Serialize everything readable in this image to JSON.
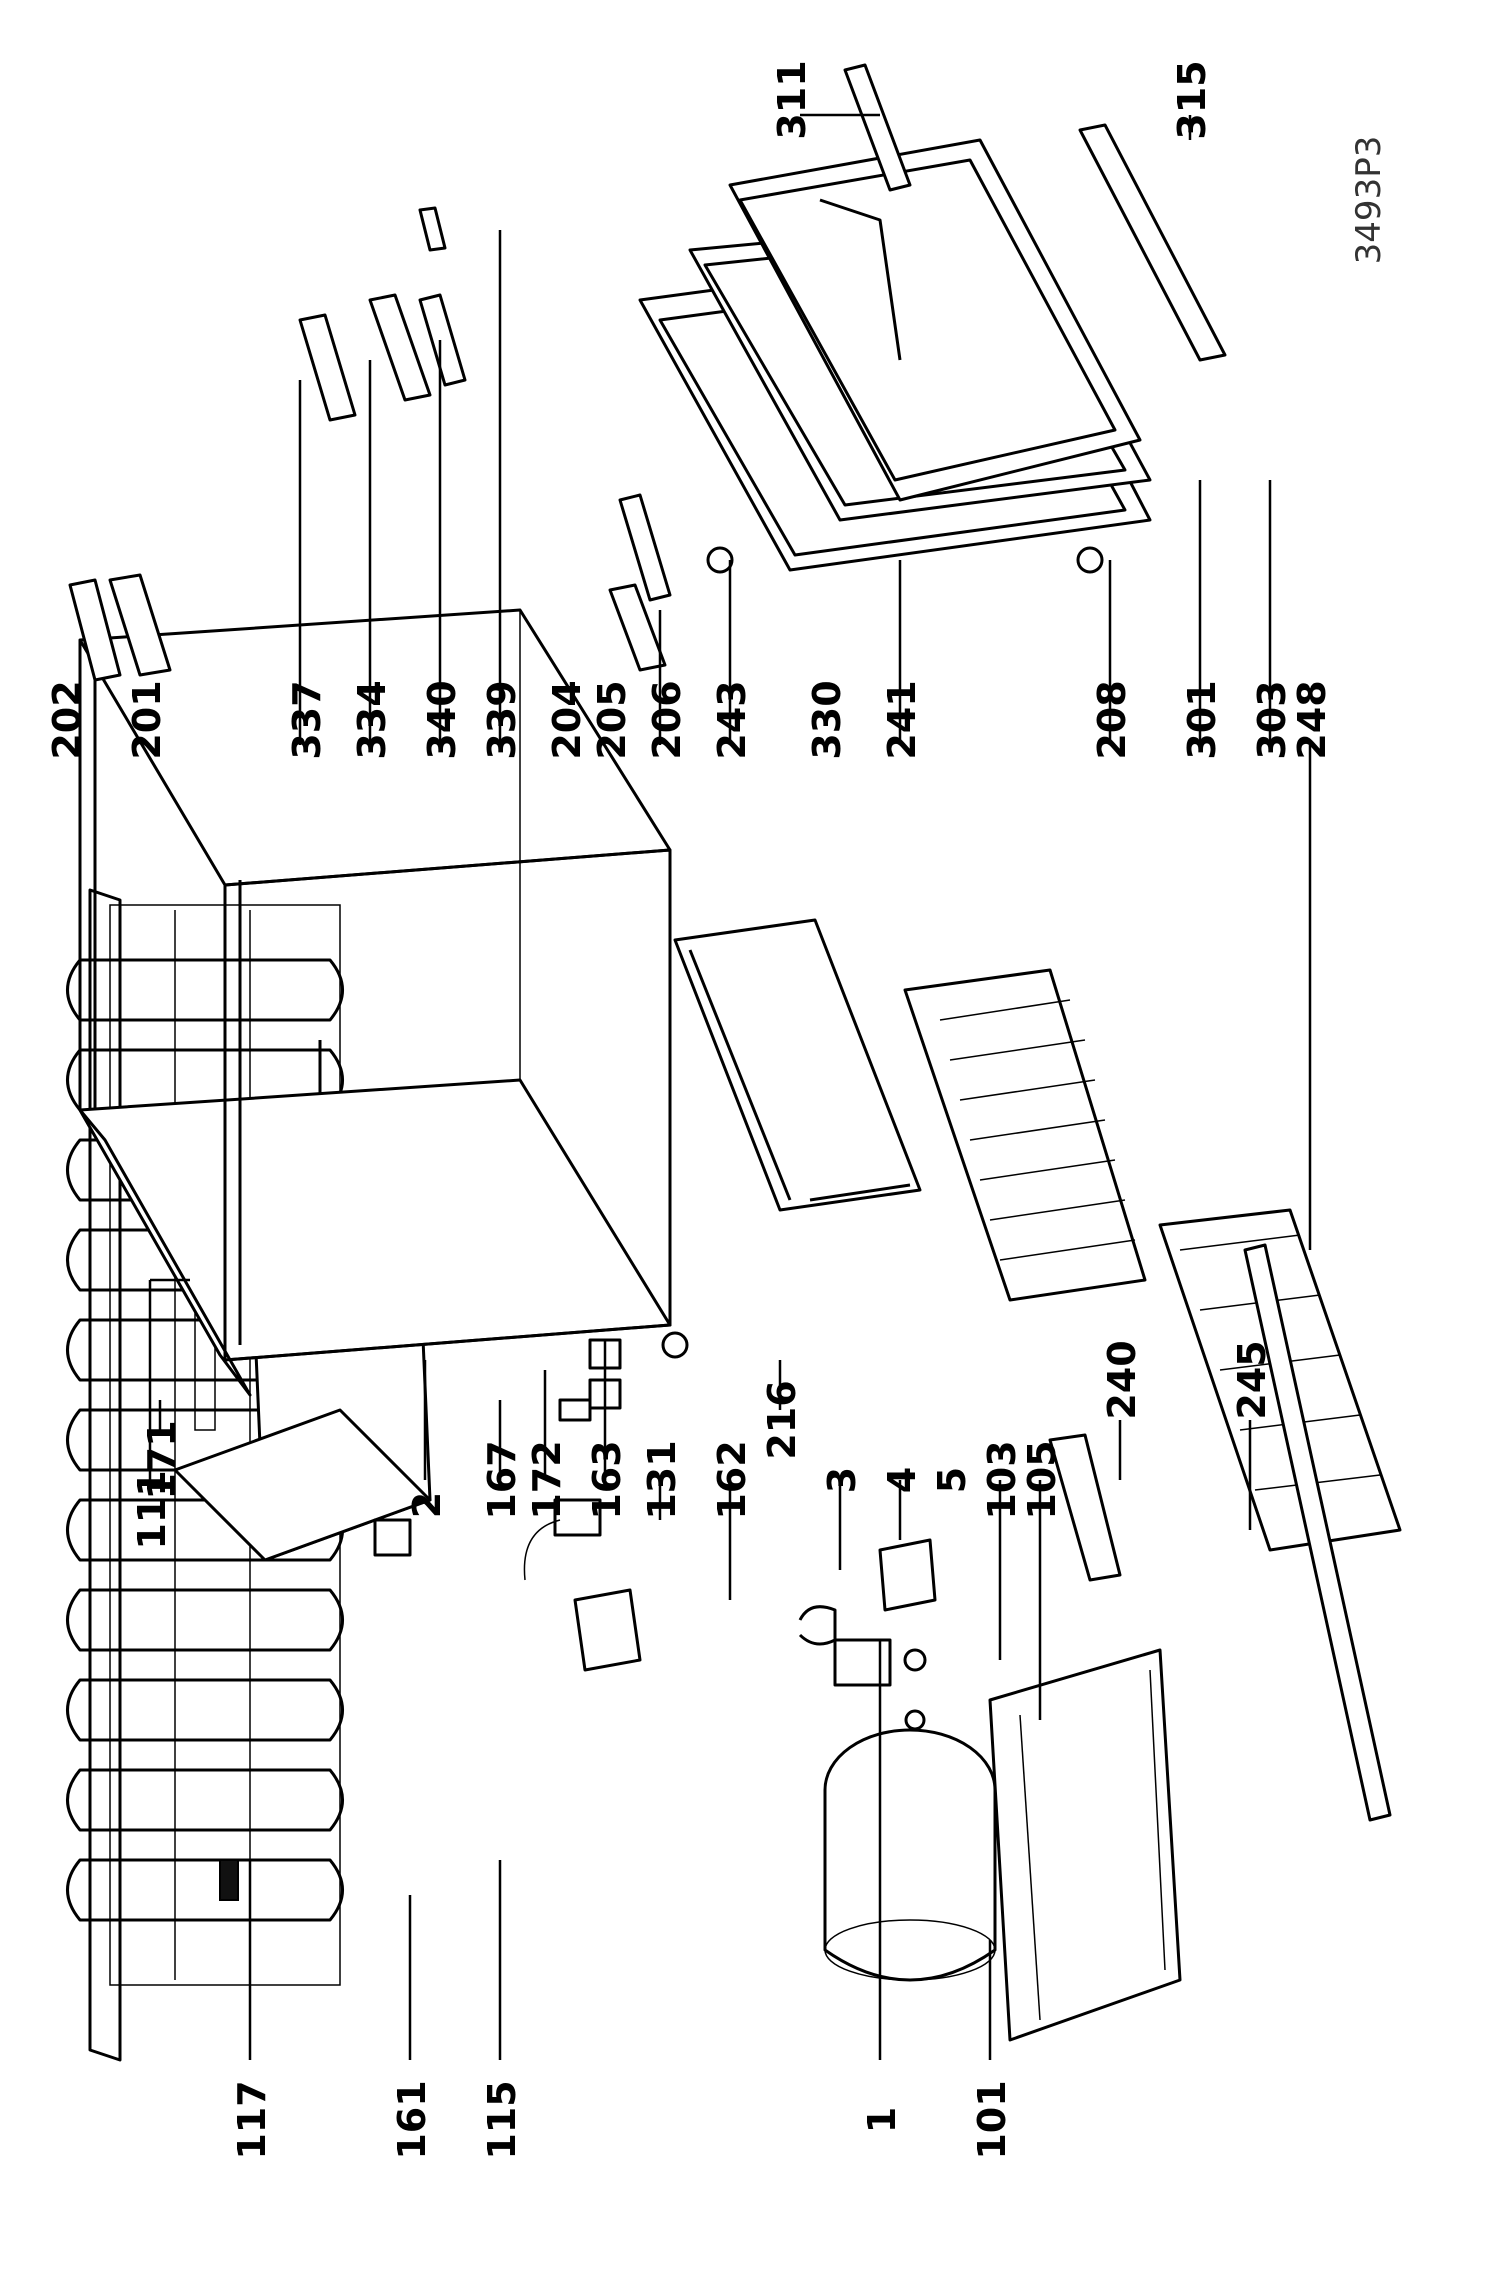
{
  "drawing_ref": "3493P3",
  "labels": [
    {
      "id": "117",
      "text": "117"
    },
    {
      "id": "161",
      "text": "161"
    },
    {
      "id": "115",
      "text": "115"
    },
    {
      "id": "1",
      "text": "1"
    },
    {
      "id": "101",
      "text": "101"
    },
    {
      "id": "111",
      "text": "111"
    },
    {
      "id": "171",
      "text": "171"
    },
    {
      "id": "2",
      "text": "2"
    },
    {
      "id": "167",
      "text": "167"
    },
    {
      "id": "172",
      "text": "172"
    },
    {
      "id": "163",
      "text": "163"
    },
    {
      "id": "131",
      "text": "131"
    },
    {
      "id": "162",
      "text": "162"
    },
    {
      "id": "216",
      "text": "216"
    },
    {
      "id": "3",
      "text": "3"
    },
    {
      "id": "4",
      "text": "4"
    },
    {
      "id": "5",
      "text": "5"
    },
    {
      "id": "103",
      "text": "103"
    },
    {
      "id": "105",
      "text": "105"
    },
    {
      "id": "240",
      "text": "240"
    },
    {
      "id": "245",
      "text": "245"
    },
    {
      "id": "202",
      "text": "202"
    },
    {
      "id": "201",
      "text": "201"
    },
    {
      "id": "337",
      "text": "337"
    },
    {
      "id": "334",
      "text": "334"
    },
    {
      "id": "340",
      "text": "340"
    },
    {
      "id": "339",
      "text": "339"
    },
    {
      "id": "204",
      "text": "204"
    },
    {
      "id": "205",
      "text": "205"
    },
    {
      "id": "206",
      "text": "206"
    },
    {
      "id": "243",
      "text": "243"
    },
    {
      "id": "330",
      "text": "330"
    },
    {
      "id": "241",
      "text": "241"
    },
    {
      "id": "208",
      "text": "208"
    },
    {
      "id": "301",
      "text": "301"
    },
    {
      "id": "303",
      "text": "303"
    },
    {
      "id": "248",
      "text": "248"
    },
    {
      "id": "311",
      "text": "311"
    },
    {
      "id": "315",
      "text": "315"
    }
  ]
}
